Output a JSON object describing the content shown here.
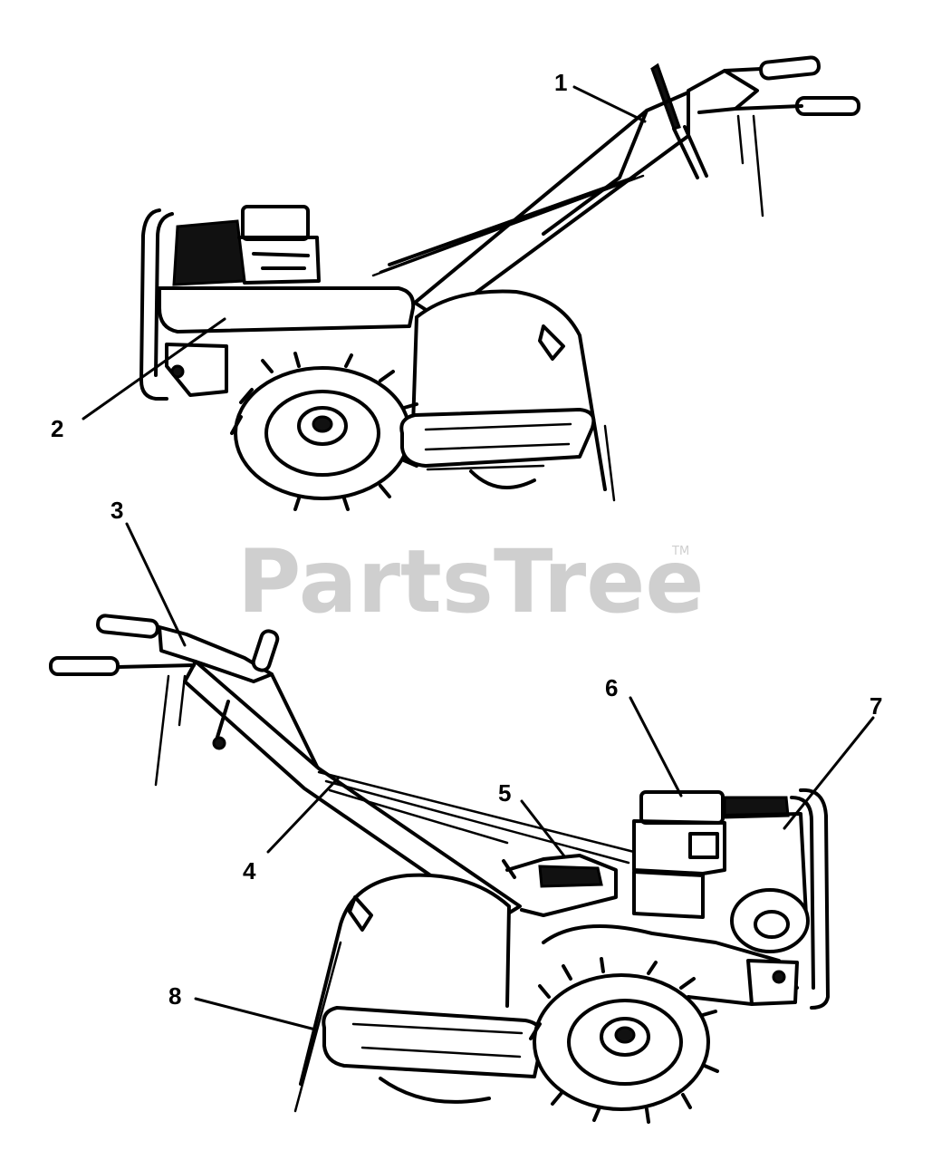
{
  "watermark": {
    "text": "PartsTree",
    "trademark": "TM"
  },
  "callouts": [
    "1",
    "2",
    "3",
    "4",
    "5",
    "6",
    "7",
    "8"
  ]
}
